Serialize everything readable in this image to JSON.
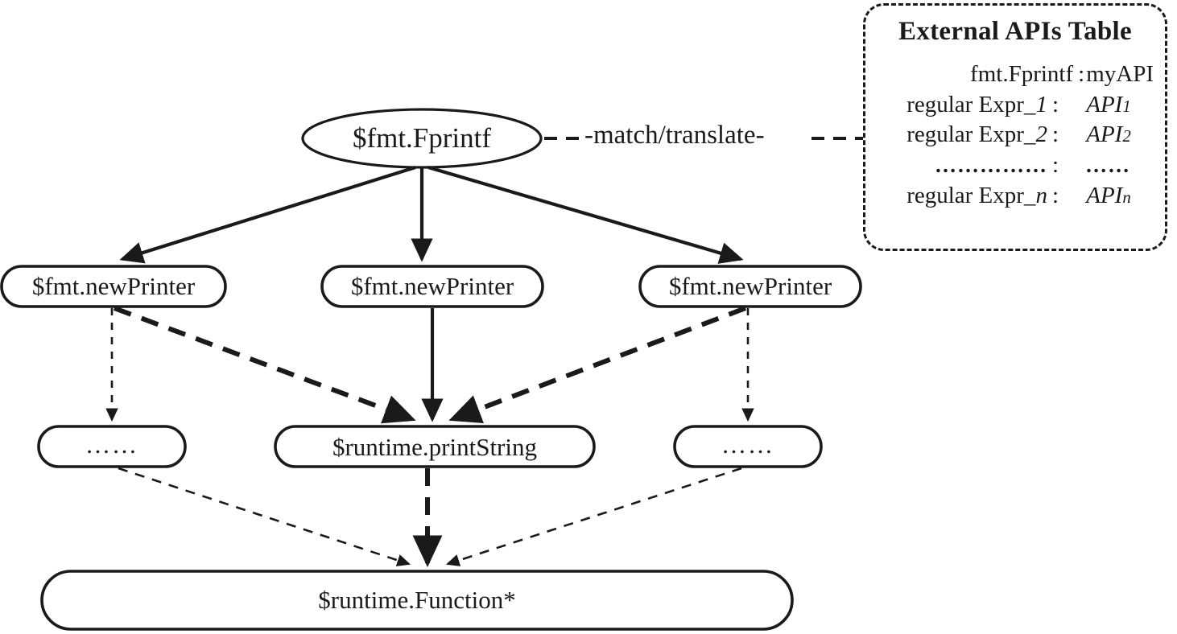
{
  "diagram": {
    "title": "call graph with external API table",
    "nodes": {
      "root": {
        "label": "$fmt.Fprintf",
        "shape": "ellipse"
      },
      "printer_left": {
        "label": "$fmt.newPrinter",
        "shape": "rounded-box"
      },
      "printer_center": {
        "label": "$fmt.newPrinter",
        "shape": "rounded-box"
      },
      "printer_right": {
        "label": "$fmt.newPrinter",
        "shape": "rounded-box"
      },
      "dots_left": {
        "label": "……",
        "shape": "rounded-box"
      },
      "print_string": {
        "label": "$runtime.printString",
        "shape": "rounded-box"
      },
      "dots_right": {
        "label": "……",
        "shape": "rounded-box"
      },
      "function_star": {
        "label": "$runtime.Function*",
        "shape": "rounded-box"
      }
    },
    "edges": {
      "match_translate_label": "-match/translate-"
    }
  },
  "api_table": {
    "title": "External APIs Table",
    "rows": [
      {
        "lhs": "fmt.Fprintf",
        "colon": ":",
        "rhs": "myAPI",
        "rhs_sub": "",
        "style": "first"
      },
      {
        "lhs": "regular Expr_",
        "lhs_ital": "1",
        "colon": ":",
        "rhs": "API",
        "rhs_sub": "1",
        "style": "normal"
      },
      {
        "lhs": "regular Expr_",
        "lhs_ital": "2",
        "colon": ":",
        "rhs": "API",
        "rhs_sub": "2",
        "style": "normal"
      },
      {
        "lhs": "……………",
        "lhs_ital": "",
        "colon": ":",
        "rhs": "……",
        "rhs_sub": "",
        "style": "dots"
      },
      {
        "lhs": "regular Expr_",
        "lhs_ital": "n",
        "colon": ":",
        "rhs": "API",
        "rhs_sub": "n",
        "style": "normal"
      }
    ]
  },
  "colors": {
    "ink": "#1a1a1a",
    "background": "#ffffff"
  }
}
